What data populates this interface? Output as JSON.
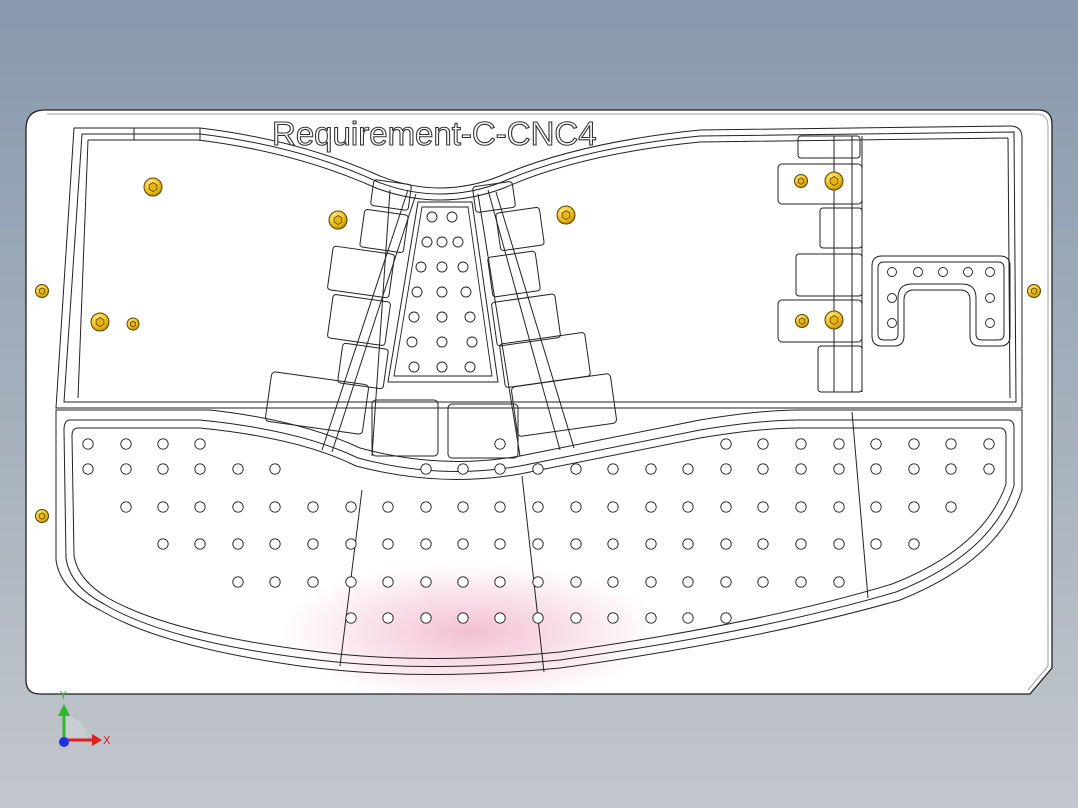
{
  "part_title": "Requirement-C-CNC4",
  "triad": {
    "y_label": "Y",
    "x_label": "X",
    "y_color": "#2eb82e",
    "x_color": "#e02020",
    "origin_color": "#2030e0"
  },
  "colors": {
    "background_top": "#8799ad",
    "background_bottom": "#c3c7cc",
    "plate_fill": "#ffffff",
    "edge_line": "#202020",
    "fastener_fill": "#f3c21a",
    "fastener_edge": "#6a5000",
    "highlight": "#f2c6d6"
  },
  "icons": {
    "triad": "coordinate-triad-icon",
    "fastener": "screw-head-icon"
  }
}
